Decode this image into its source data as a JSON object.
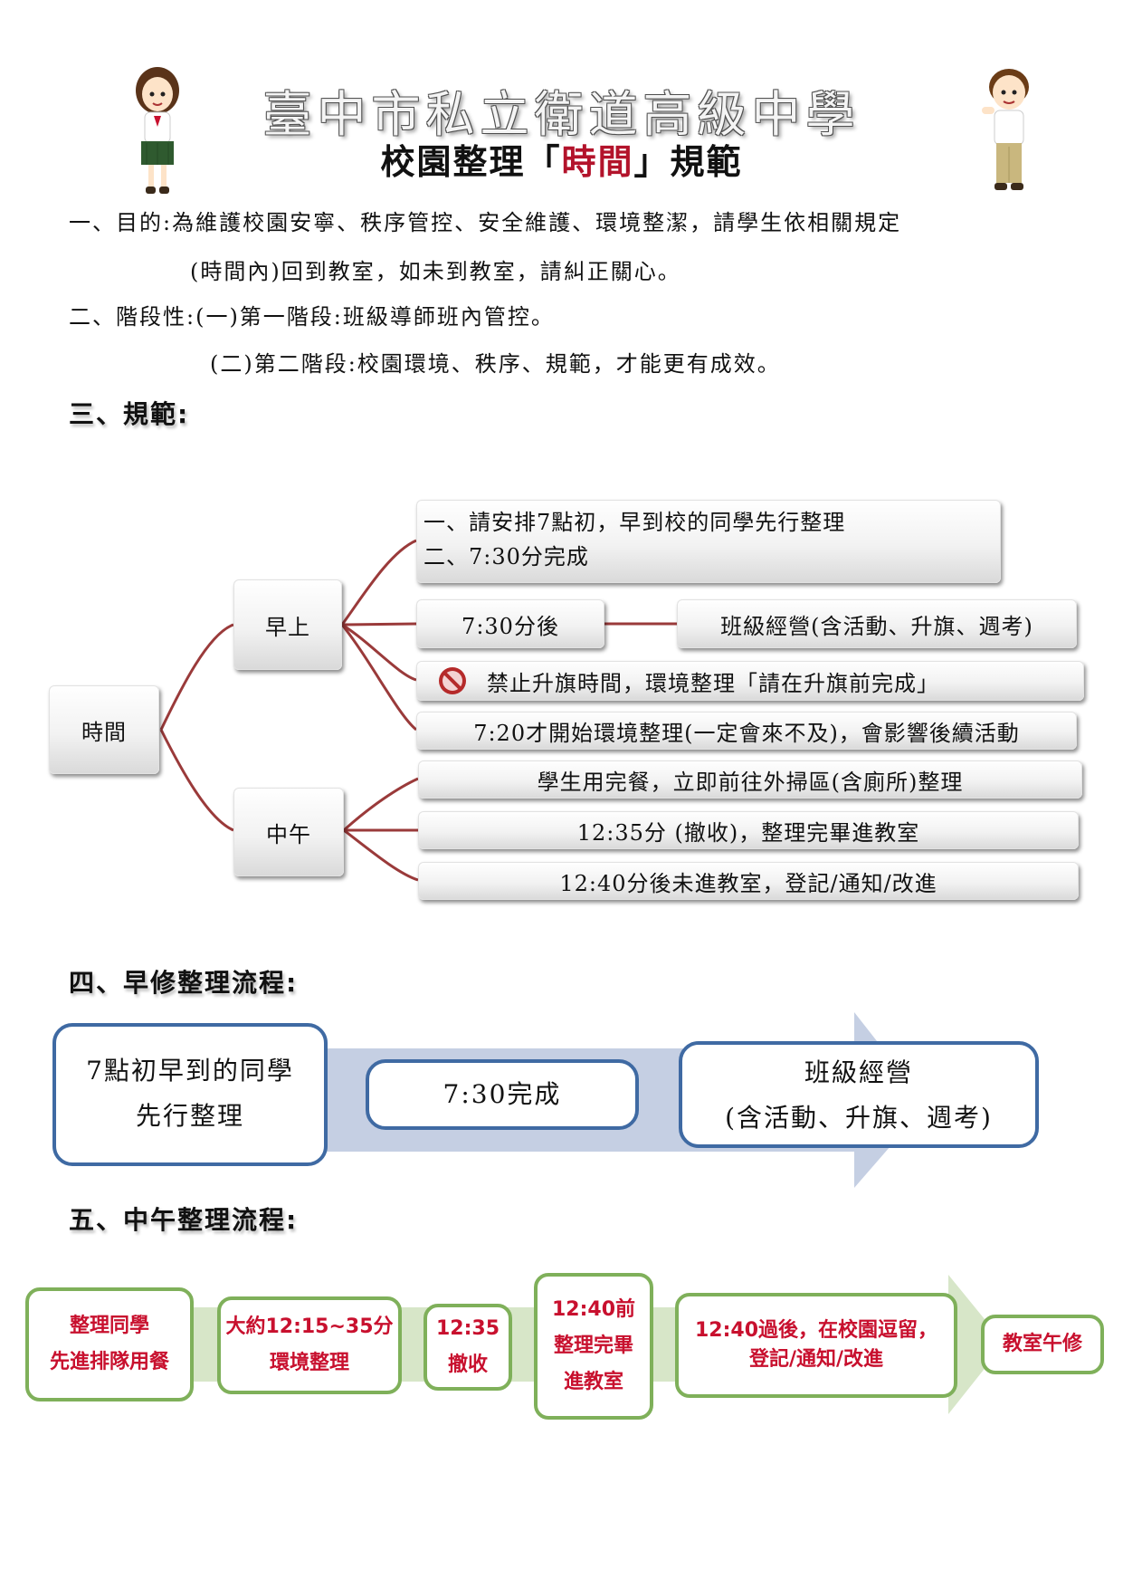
{
  "header": {
    "school_name": "臺中市私立衛道高級中學",
    "title_pre": "校園整理「",
    "title_red": "時間",
    "title_post": "」規範"
  },
  "intro": {
    "line1": "一、目的:為維護校園安寧、秩序管控、安全維護、環境整潔，請學生依相關規定",
    "line2": "(時間內)回到教室，如未到教室，請糾正關心。",
    "line3": "二、階段性:(一)第一階段:班級導師班內管控。",
    "line4": "(二)第二階段:校園環境、秩序、規範，才能更有成效。"
  },
  "section3": {
    "heading": "三、規範:",
    "root": "時間",
    "morning": {
      "label": "早上",
      "box1_line1": "一、請安排7點初，早到校的同學先行整理",
      "box1_line2": "二、7:30分完成",
      "after": "7:30分後",
      "class_mgmt": "班級經營(含活動、升旗、週考)",
      "forbid": "禁止升旗時間，環境整理「請在升旗前完成」",
      "late": "7:20才開始環境整理(一定會來不及)，會影響後續活動"
    },
    "noon": {
      "label": "中午",
      "item1": "學生用完餐，立即前往外掃區(含廁所)整理",
      "item2": "12:35分 (撤收)，整理完畢進教室",
      "item3": "12:40分後未進教室，登記/通知/改進"
    }
  },
  "section4": {
    "heading": "四、早修整理流程:",
    "step1_line1": "7點初早到的同學",
    "step1_line2": "先行整理",
    "step2": "7:30完成",
    "step3_line1": "班級經營",
    "step3_line2": "(含活動、升旗、週考)"
  },
  "section5": {
    "heading": "五、中午整理流程:",
    "steps": [
      {
        "line1": "整理同學",
        "line2": "先進排隊用餐"
      },
      {
        "line1": "大約12:15~35分",
        "line2": "環境整理"
      },
      {
        "line1": "12:35",
        "line2": "撤收"
      },
      {
        "line1": "12:40前",
        "line2": "整理完畢",
        "line3": "進教室"
      },
      {
        "line1": "12:40過後，在校園逗留，",
        "line2": "登記/通知/改進"
      },
      {
        "line1": "教室午修"
      }
    ]
  },
  "colors": {
    "accent_red": "#b3132b",
    "branch_line": "#9a3a3a",
    "flow_blue": "#3f6aa3",
    "flow_arrow": "#c5cfe3",
    "green_border": "#7fb05a",
    "green_arrow": "#d7e6c8"
  }
}
